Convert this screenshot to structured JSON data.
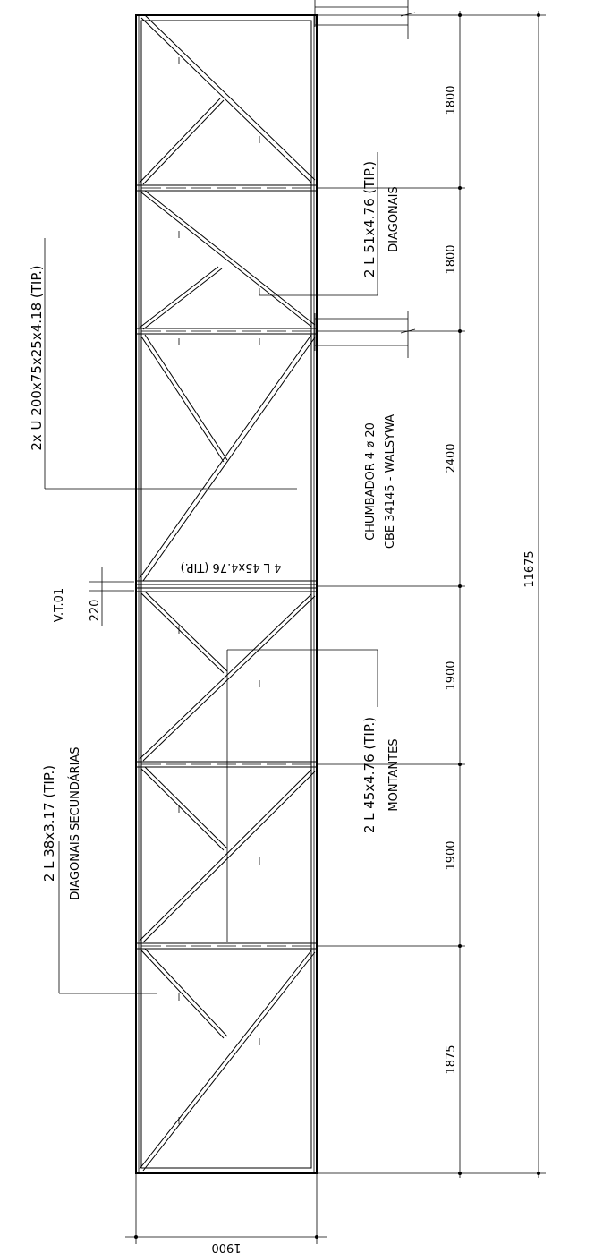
{
  "labels": {
    "chords": "2x U 200x75x25x4.18 (TIP.)",
    "diagonals_size": "2 L 51x4.76 (TIP.)",
    "diagonals_name": "DIAGONAIS",
    "anchor_line1": "CHUMBADOR 4 ø 20",
    "anchor_line2": "CBE 34145 - WALSYWA",
    "center_member": "4 L 45x4.76 (TIP.)",
    "montantes_size": "2 L 45x4.76 (TIP.)",
    "montantes_name": "MONTANTES",
    "secondary_size": "2 L 38x3.17 (TIP.)",
    "secondary_name": "DIAGONAIS SECUNDÁRIAS",
    "ref": "V.T.01",
    "ref_dim": "220"
  },
  "dimensions": {
    "panels": [
      "1800",
      "1800",
      "2400",
      "1900",
      "1900",
      "1875"
    ],
    "total": "11675",
    "width": "1900"
  }
}
